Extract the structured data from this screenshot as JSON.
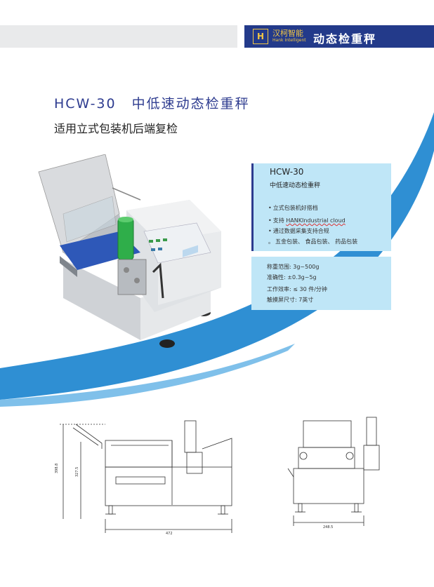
{
  "header": {
    "logo_mark": "H",
    "logo_name": "汉柯智能",
    "logo_tagline": "Hank Intelligent",
    "title": "动态检重秤"
  },
  "product": {
    "model": "HCW-30",
    "name": "中低速动态检重秤",
    "subtitle": "适用立式包装机后端复检"
  },
  "info": {
    "model": "HCW-30",
    "name": "中低速动态检重秤",
    "features": [
      {
        "bullet": "•",
        "text": "立式包装机好搭档"
      },
      {
        "bullet": "•",
        "prefix": "支持 ",
        "highlight": "HANKIndustrial cloud"
      },
      {
        "bullet": "•",
        "text": "通过数据采集支持合规"
      },
      {
        "bullet": "。",
        "text": "五金包装、   食品包装、   药品包装"
      }
    ],
    "specs": [
      "称重范围:  3g~500g",
      "准确性:  ±0.3g~5g",
      "工作效率:  ≤ 30 件/分钟",
      "触摸屏尺寸:  7英寸"
    ]
  },
  "drawing": {
    "front": {
      "width_dim": "472",
      "height_dim_outer": "398.8",
      "height_dim_inner": "327.5"
    },
    "side": {
      "width_dim": "248.5"
    }
  },
  "colors": {
    "brand_blue": "#233a8a",
    "title_blue": "#2d3b8f",
    "info_bg": "#bfe6f7",
    "swoosh": "#2f8fd3"
  }
}
